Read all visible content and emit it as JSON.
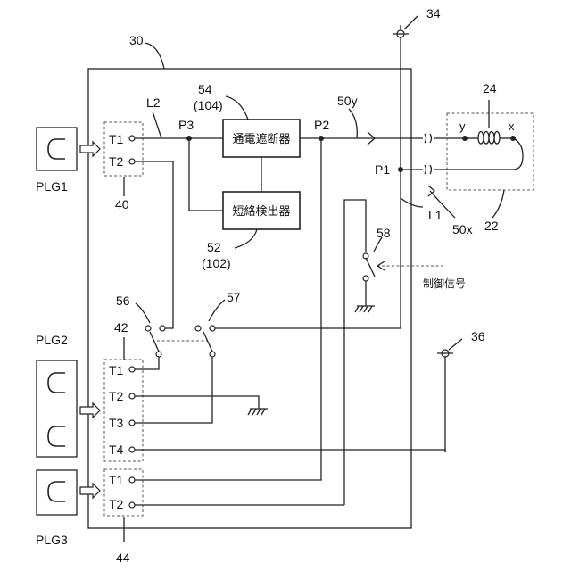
{
  "labels": {
    "n30": "30",
    "n34": "34",
    "n36": "36",
    "n24": "24",
    "n22": "22",
    "n54": "54",
    "n54b": "(104)",
    "n52": "52",
    "n52b": "(102)",
    "n50y": "50y",
    "n50x": "50x",
    "n40": "40",
    "n42": "42",
    "n44": "44",
    "n56": "56",
    "n57": "57",
    "n58": "58",
    "L1": "L1",
    "L2": "L2",
    "P1": "P1",
    "P2": "P2",
    "P3": "P3",
    "x": "x",
    "y": "y",
    "breaker": "通電遮断器",
    "detector": "短絡検出器",
    "control": "制御信号"
  },
  "plugs": {
    "plg1": "PLG1",
    "plg2": "PLG2",
    "plg3": "PLG3"
  },
  "terminals": {
    "g40": [
      "T1",
      "T2"
    ],
    "g42": [
      "T1",
      "T2",
      "T3",
      "T4"
    ],
    "g44": [
      "T1",
      "T2"
    ]
  }
}
